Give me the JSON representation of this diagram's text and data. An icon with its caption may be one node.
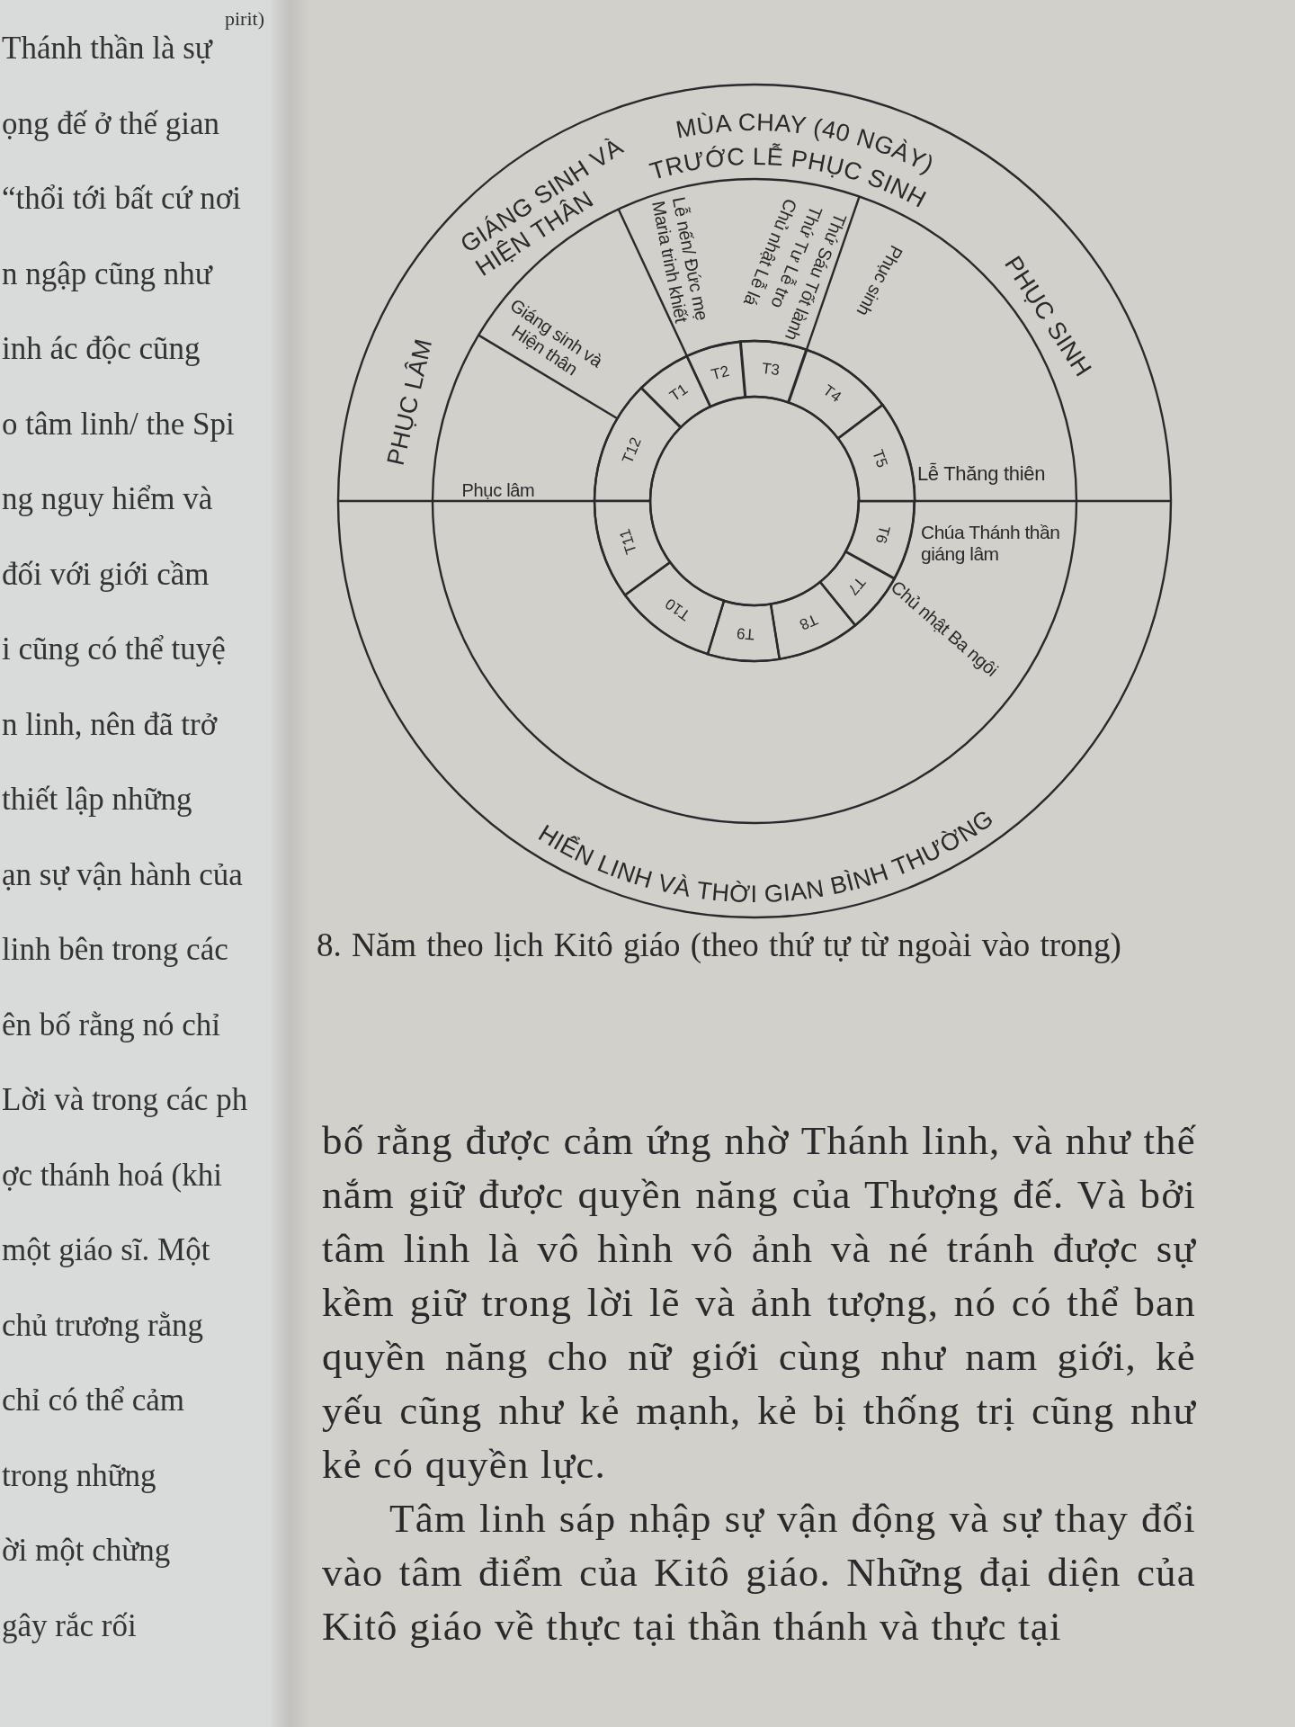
{
  "diagram": {
    "caption": "8. Năm theo lịch Kitô giáo (theo thứ tự từ ngoài vào trong)",
    "nodes": [
      {
        "text": [
          "T1"
        ]
      },
      {
        "text": [
          "T2"
        ]
      },
      {
        "text": [
          "T3"
        ]
      },
      {
        "text": [
          "T4"
        ]
      },
      {
        "text": [
          "T5"
        ]
      },
      {
        "text": [
          "T6"
        ]
      },
      {
        "text": [
          "T7"
        ]
      },
      {
        "text": [
          "T8"
        ]
      },
      {
        "text": [
          "T9"
        ]
      },
      {
        "text": [
          "T10"
        ]
      },
      {
        "text": [
          "T11"
        ]
      },
      {
        "text": [
          "T12"
        ]
      }
    ],
    "labels": [
      "pirit)",
      "Thánh thần là sự",
      "ọng đế ở thế gian",
      "“thổi tới bất cứ nơi",
      "n ngập cũng như",
      "inh ác độc cũng",
      "o tâm linh/ the Spi",
      "ng nguy hiểm và",
      "đối với giới cầm",
      "i cũng có thể tuyệ",
      "n linh, nên đã trở",
      "thiết lập những",
      "ạn sự vận hành của",
      "linh bên trong các",
      "ên bố rằng nó chỉ",
      "Lời và trong các ph",
      "ợc thánh hoá (khi",
      "một giáo sĩ. Một",
      "chủ trương rằng",
      "chỉ có thể cảm",
      "trong những",
      "ời một chừng",
      "gây rắc rối",
      "PHỤC LÂM",
      "GIÁNG SINH VÀ HIỆN THÂN",
      "MÙA CHAY (40 NGÀY)",
      "TRƯỚC LỄ PHỤC SINH",
      "PHỤC SINH",
      "Phục lâm",
      "Giáng sinh và Hiện thân",
      "Lễ nến/ Đức mẹ Maria trinh khiết",
      "Thứ Sáu Tốt lành",
      "Thứ Tư Lễ tro",
      "Chủ nhật Lễ lá",
      "Phục sinh",
      "Lễ Thăng thiên",
      "Chúa Thánh thần giáng lâm",
      "Chủ nhật Ba ngôi",
      "HIỂN LINH VÀ THỜI GIAN BÌNH THƯỜNG",
      "bố rằng được cảm ứng nhờ Thánh linh, và như thế nắm giữ được quyền năng của Thượng đế. Và bởi tâm linh là vô hình vô ảnh và né tránh được sự kềm giữ trong lời lẽ và ảnh tượng, nó có thể ban quyền năng cho nữ giới cùng như nam giới, kẻ yếu cũng như kẻ mạnh, kẻ bị thống trị cũng như kẻ có quyền lực.",
      "Tâm linh sáp nhập sự vận động và sự thay đổi vào tâm điểm của Kitô giáo. Những đại diện của Kitô giáo về thực tại thần thánh và thực tại"
    ]
  }
}
